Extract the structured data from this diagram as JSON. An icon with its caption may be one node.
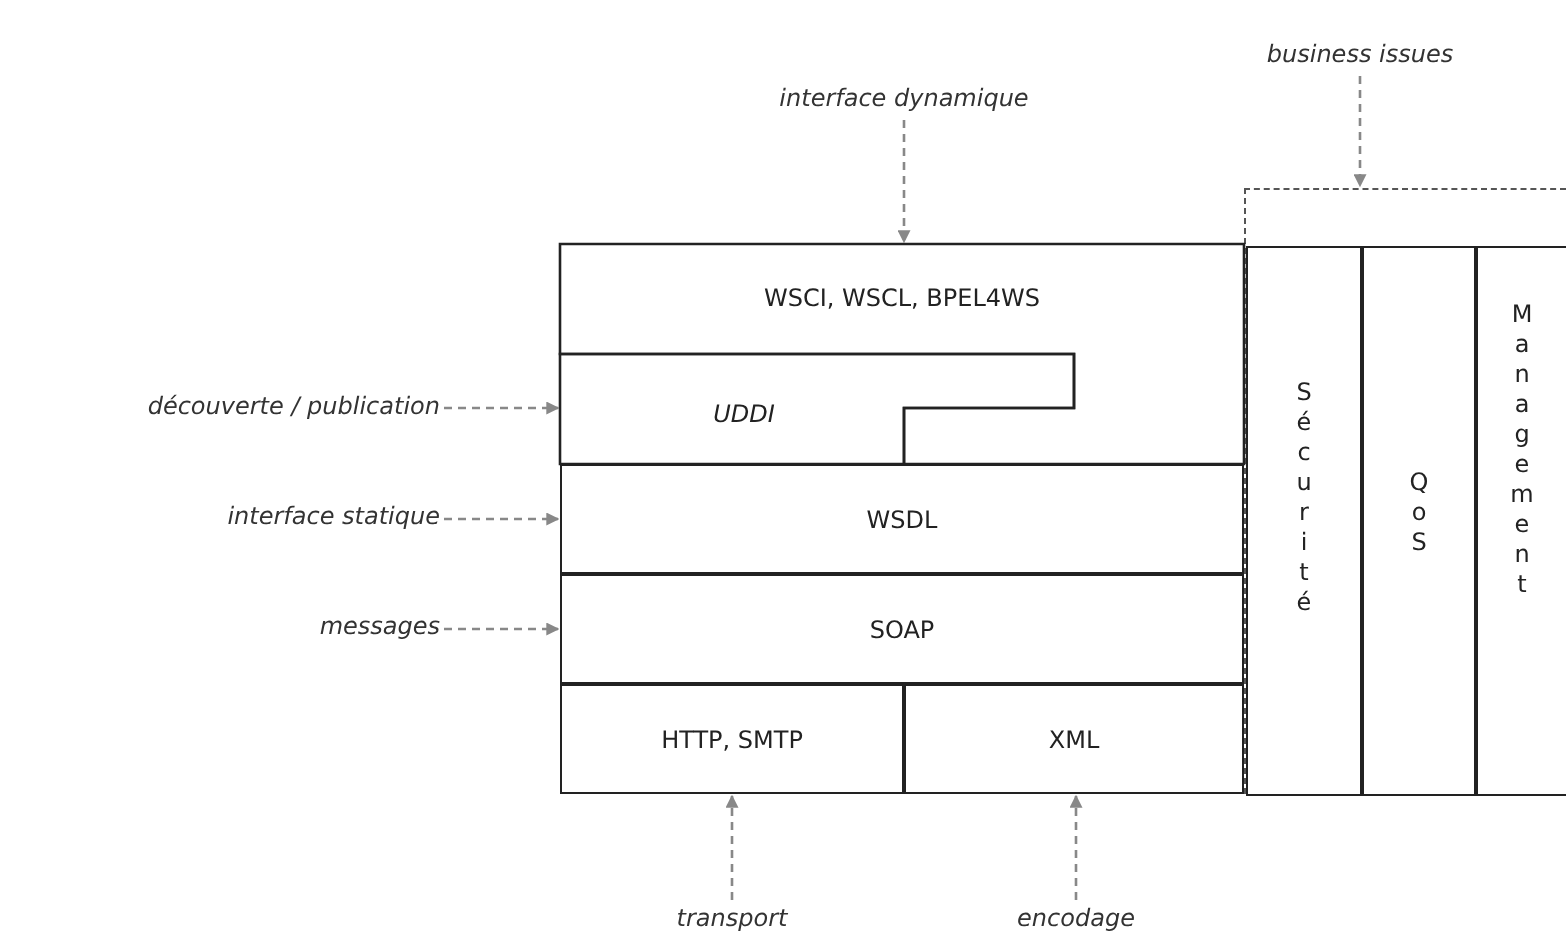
{
  "diagram": {
    "nodes": [
      {
        "text": [
          "business issues"
        ]
      },
      {
        "text": [
          "interface dynamique"
        ]
      },
      {
        "text": [],
        "shape": "box"
      },
      {
        "text": [
          "WSCI, WSCL, BPEL4WS"
        ]
      },
      {
        "text": [
          "Sécurité"
        ],
        "in": 2
      },
      {
        "text": [
          "QoS"
        ],
        "in": 2
      },
      {
        "text": [
          "Management"
        ],
        "in": 2
      },
      {
        "text": [
          "découverte / publication"
        ]
      },
      {
        "text": [
          "UDDI"
        ]
      },
      {
        "text": [
          "interface statique"
        ]
      },
      {
        "text": [
          "WSDL"
        ]
      },
      {
        "text": [
          "messages"
        ]
      },
      {
        "text": [
          "SOAP"
        ]
      },
      {
        "text": [
          "HTTP, SMTP"
        ]
      },
      {
        "text": [
          "XML"
        ]
      },
      {
        "text": [
          "transport"
        ]
      },
      {
        "text": [
          "encodage"
        ]
      }
    ],
    "edges": [
      {
        "from": 0,
        "to": 2,
        "arrow": "to",
        "style": "dashed"
      },
      {
        "from": 1,
        "to": 3,
        "arrow": "to",
        "style": "dashed"
      },
      {
        "from": 7,
        "to": 8,
        "arrow": "to",
        "style": "dashed"
      },
      {
        "from": 9,
        "to": 10,
        "arrow": "to",
        "style": "dashed"
      },
      {
        "from": 11,
        "to": 12,
        "arrow": "to",
        "style": "dashed"
      },
      {
        "from": 15,
        "to": 13,
        "arrow": "to",
        "style": "dashed"
      },
      {
        "from": 16,
        "to": 14,
        "arrow": "to",
        "style": "dashed"
      }
    ]
  }
}
